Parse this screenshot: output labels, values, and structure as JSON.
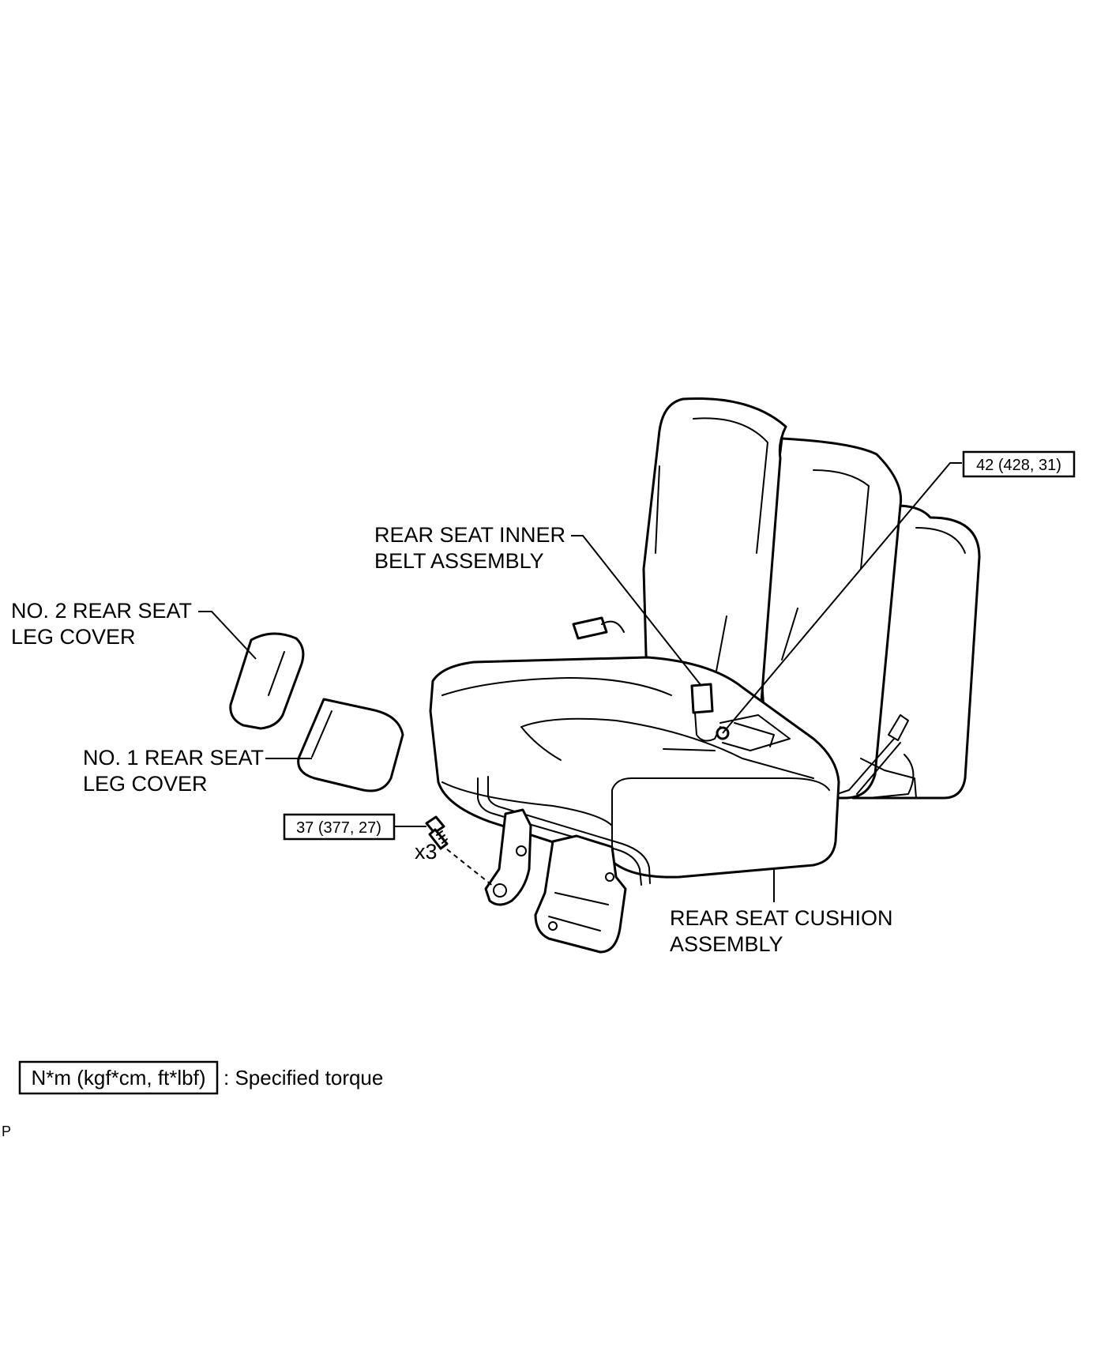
{
  "labels": {
    "inner_belt": [
      "REAR SEAT INNER",
      "BELT ASSEMBLY"
    ],
    "no2_cover": [
      "NO. 2 REAR SEAT",
      "LEG COVER"
    ],
    "no1_cover": [
      "NO. 1 REAR SEAT",
      "LEG COVER"
    ],
    "cushion": [
      "REAR SEAT CUSHION",
      "ASSEMBLY"
    ]
  },
  "torques": {
    "belt": "42 (428, 31)",
    "bolt": "37 (377, 27)"
  },
  "bolt_qty": "x3",
  "legend": {
    "box_text": "N*m (kgf*cm, ft*lbf)",
    "description": ": Specified torque"
  },
  "corner_mark": "P"
}
